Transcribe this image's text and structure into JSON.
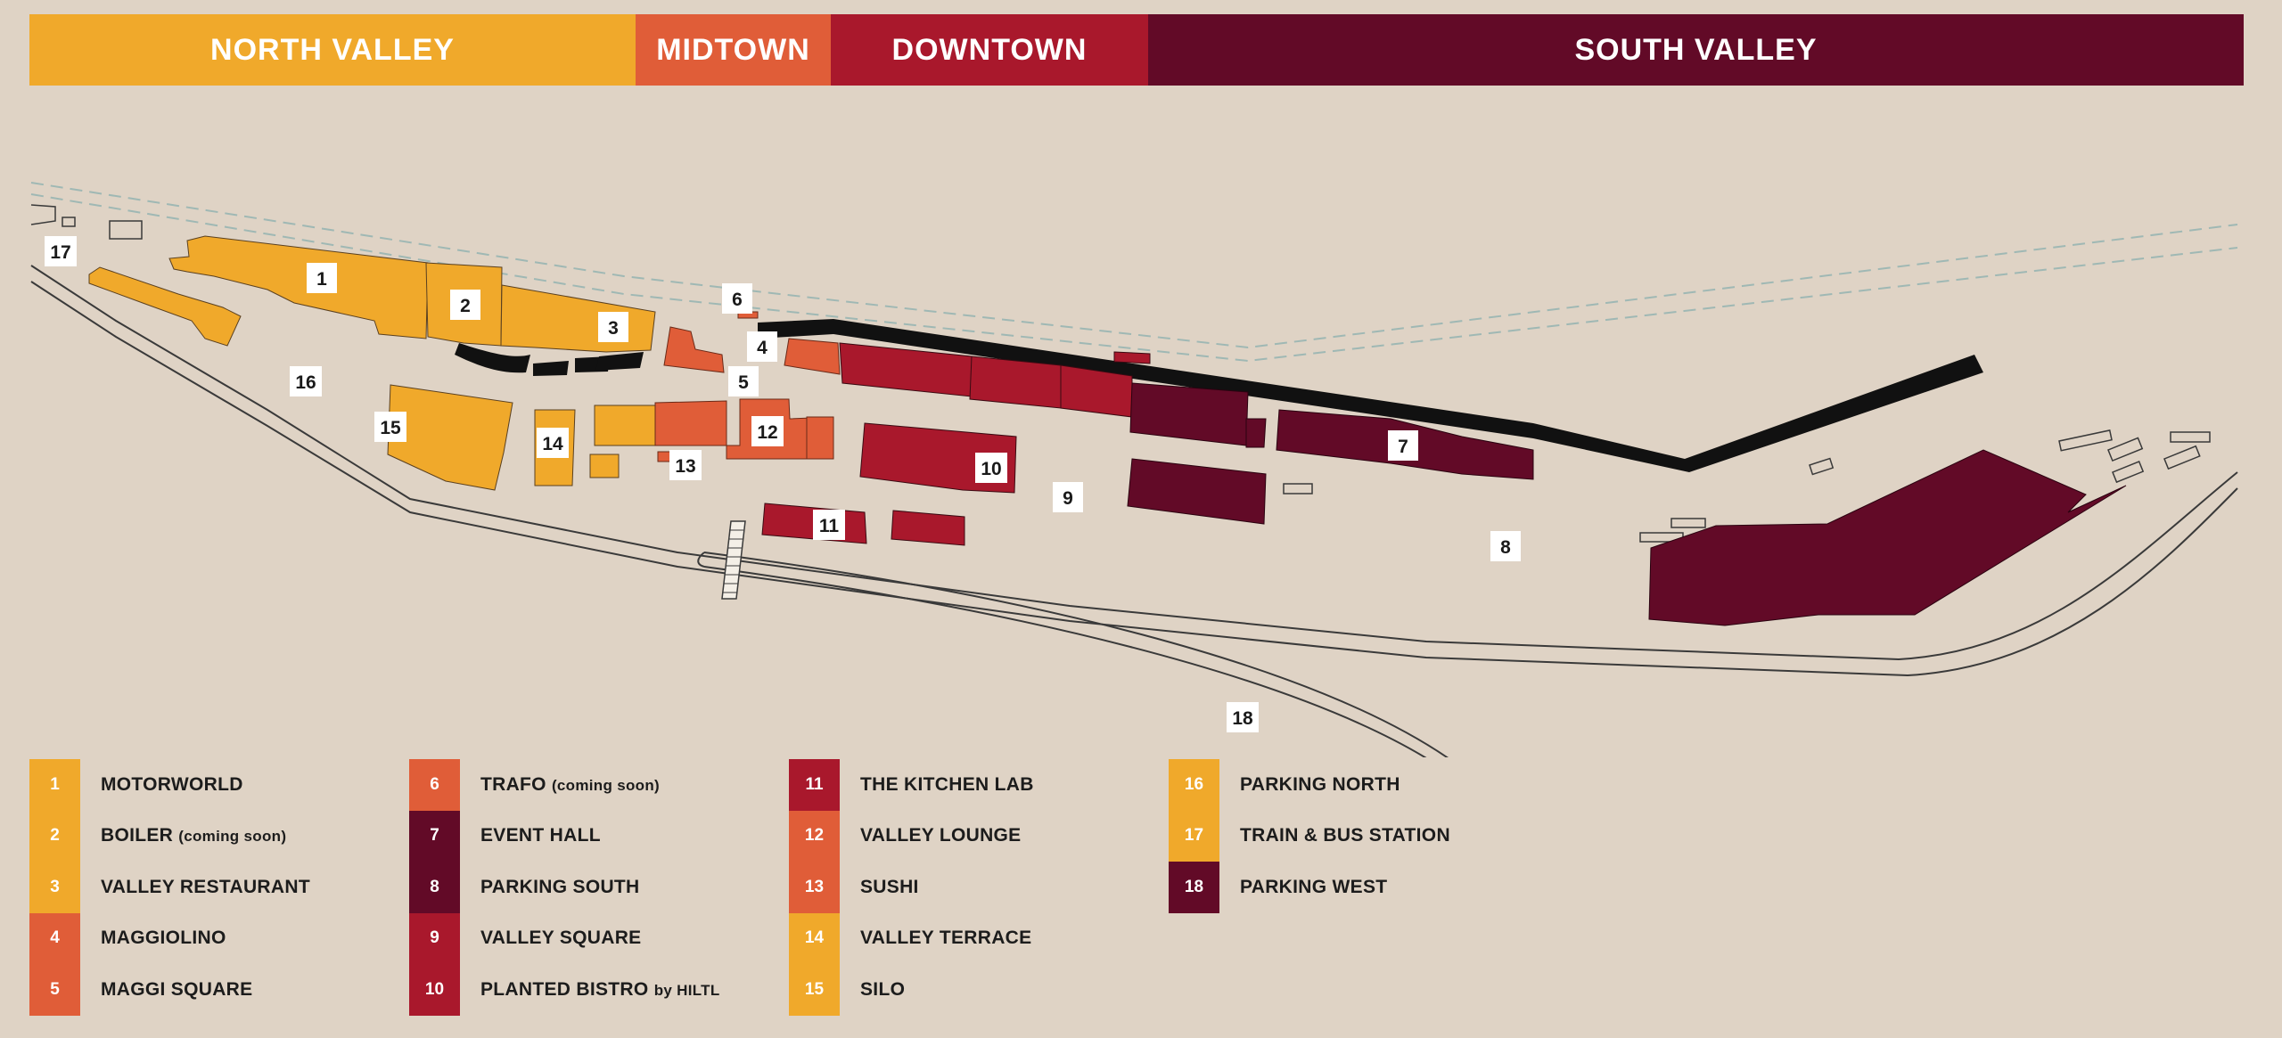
{
  "colors": {
    "north": "#f0a92b",
    "midtown": "#e05d38",
    "downtown": "#a9182c",
    "south": "#620a27",
    "background": "#dfd3c5",
    "road": "#3a3a3a",
    "rail": "#9fb8b4"
  },
  "zones": [
    {
      "name": "NORTH VALLEY",
      "color": "#f0a92b"
    },
    {
      "name": "MIDTOWN",
      "color": "#e05d38"
    },
    {
      "name": "DOWNTOWN",
      "color": "#a9182c"
    },
    {
      "name": "SOUTH VALLEY",
      "color": "#620a27"
    }
  ],
  "pins": [
    "1",
    "2",
    "3",
    "4",
    "5",
    "6",
    "7",
    "8",
    "9",
    "10",
    "11",
    "12",
    "13",
    "14",
    "15",
    "16",
    "17",
    "18"
  ],
  "legend": [
    {
      "num": "1",
      "label": "MOTORWORLD",
      "note": "",
      "color": "#f0a92b"
    },
    {
      "num": "2",
      "label": "BOILER",
      "note": "(coming soon)",
      "color": "#f0a92b"
    },
    {
      "num": "3",
      "label": "VALLEY RESTAURANT",
      "note": "",
      "color": "#f0a92b"
    },
    {
      "num": "4",
      "label": "MAGGIOLINO",
      "note": "",
      "color": "#e05d38"
    },
    {
      "num": "5",
      "label": "MAGGI SQUARE",
      "note": "",
      "color": "#e05d38"
    },
    {
      "num": "6",
      "label": "TRAFO",
      "note": "(coming soon)",
      "color": "#e05d38"
    },
    {
      "num": "7",
      "label": "EVENT HALL",
      "note": "",
      "color": "#620a27"
    },
    {
      "num": "8",
      "label": "PARKING SOUTH",
      "note": "",
      "color": "#620a27"
    },
    {
      "num": "9",
      "label": "VALLEY SQUARE",
      "note": "",
      "color": "#a9182c"
    },
    {
      "num": "10",
      "label": "PLANTED BISTRO",
      "note": "by HILTL",
      "color": "#a9182c"
    },
    {
      "num": "11",
      "label": "THE KITCHEN LAB",
      "note": "",
      "color": "#a9182c"
    },
    {
      "num": "12",
      "label": "VALLEY LOUNGE",
      "note": "",
      "color": "#e05d38"
    },
    {
      "num": "13",
      "label": "SUSHI",
      "note": "",
      "color": "#e05d38"
    },
    {
      "num": "14",
      "label": "VALLEY TERRACE",
      "note": "",
      "color": "#f0a92b"
    },
    {
      "num": "15",
      "label": "SILO",
      "note": "",
      "color": "#f0a92b"
    },
    {
      "num": "16",
      "label": "PARKING NORTH",
      "note": "",
      "color": "#f0a92b"
    },
    {
      "num": "17",
      "label": "TRAIN & BUS STATION",
      "note": "",
      "color": "#f0a92b"
    },
    {
      "num": "18",
      "label": "PARKING WEST",
      "note": "",
      "color": "#620a27"
    }
  ]
}
